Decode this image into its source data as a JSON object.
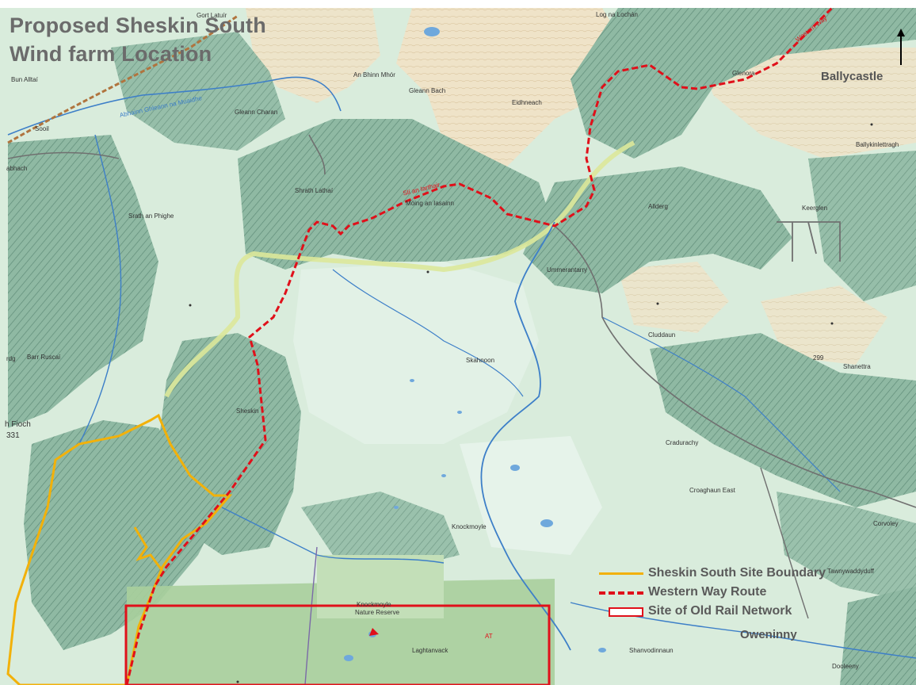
{
  "title": {
    "line1": "Proposed Sheskin South",
    "line2": "Wind farm Location"
  },
  "legend": {
    "items": [
      {
        "label": "Sheskin South Site Boundary",
        "symbol": "solid-yellow-line",
        "color": "#f2b10a"
      },
      {
        "label": "Western Way Route",
        "symbol": "dashed-red-line",
        "color": "#e0101a"
      },
      {
        "label": "Site of Old Rail Network",
        "symbol": "red-outline-box",
        "color": "#e0101a"
      }
    ]
  },
  "places": {
    "ballycastle": "Ballycastle",
    "oweninny": "Oweninny",
    "sheskin": "Sheskin",
    "skahnoon": "Skahnoon",
    "knockmoyle": "Knockmoyle",
    "ummerantarry": "Ummerantarry",
    "cluddaun": "Cluddaun",
    "cradurachy": "Cradurachy",
    "croaghaun_east": "Croaghaun East",
    "corvoley": "Corvoley",
    "laghtanvack": "Laghtanvack",
    "shanvodinnaun": "Shanvodinnaun",
    "dooleeny": "Dooleeny",
    "tawnywaddyduff": "Tawnywaddyduff",
    "shanettra": "Shanettra",
    "keerglen": "Keerglen",
    "allderg": "Allderg",
    "glenora": "Glenora",
    "ballykinlettragh": "Ballykinlettragh",
    "gleann_charan": "Gleann Charan",
    "an_bhinn_mhor": "An Bhinn Mhór",
    "gleann_bach": "Gleann Bach",
    "eidhneach": "Eidhneach",
    "log_na_lochan": "Log na Lochán",
    "moing_an_iasainn": "Móing an Iasainn",
    "sli_an_iarthair": "Slí an Iarthair",
    "srath_an_phiighe": "Srath an Phighe",
    "barr_ruscai": "Barr Ruscaí",
    "fioch": "h Fioch",
    "spot_331": "331",
    "bun_alltai": "Bun Alltaí",
    "nature_reserve": "Nature Reserve",
    "knockmoyle_small": "Knockmoyle",
    "at_mark": "AT",
    "spot_299": "299",
    "western_way_ne": "Western Way",
    "abhainn_ghleann": "Abhainn Ghleann na Muaidhe",
    "sruth_lathai": "Shrath Lathaí",
    "gort_latuir": "Gort Latuír",
    "sooil": "Sooil",
    "abhach": "abhach",
    "srdg": "rdg"
  },
  "map_colors": {
    "open_ground": "#d9ecdc",
    "forest": "#8fb9a3",
    "forest_hatch": "#5f8c78",
    "upland": "#efe3c8",
    "lake": "#6fa8dc",
    "river": "#3d7fc8",
    "road": "#707070",
    "rail": "#b0743e"
  }
}
